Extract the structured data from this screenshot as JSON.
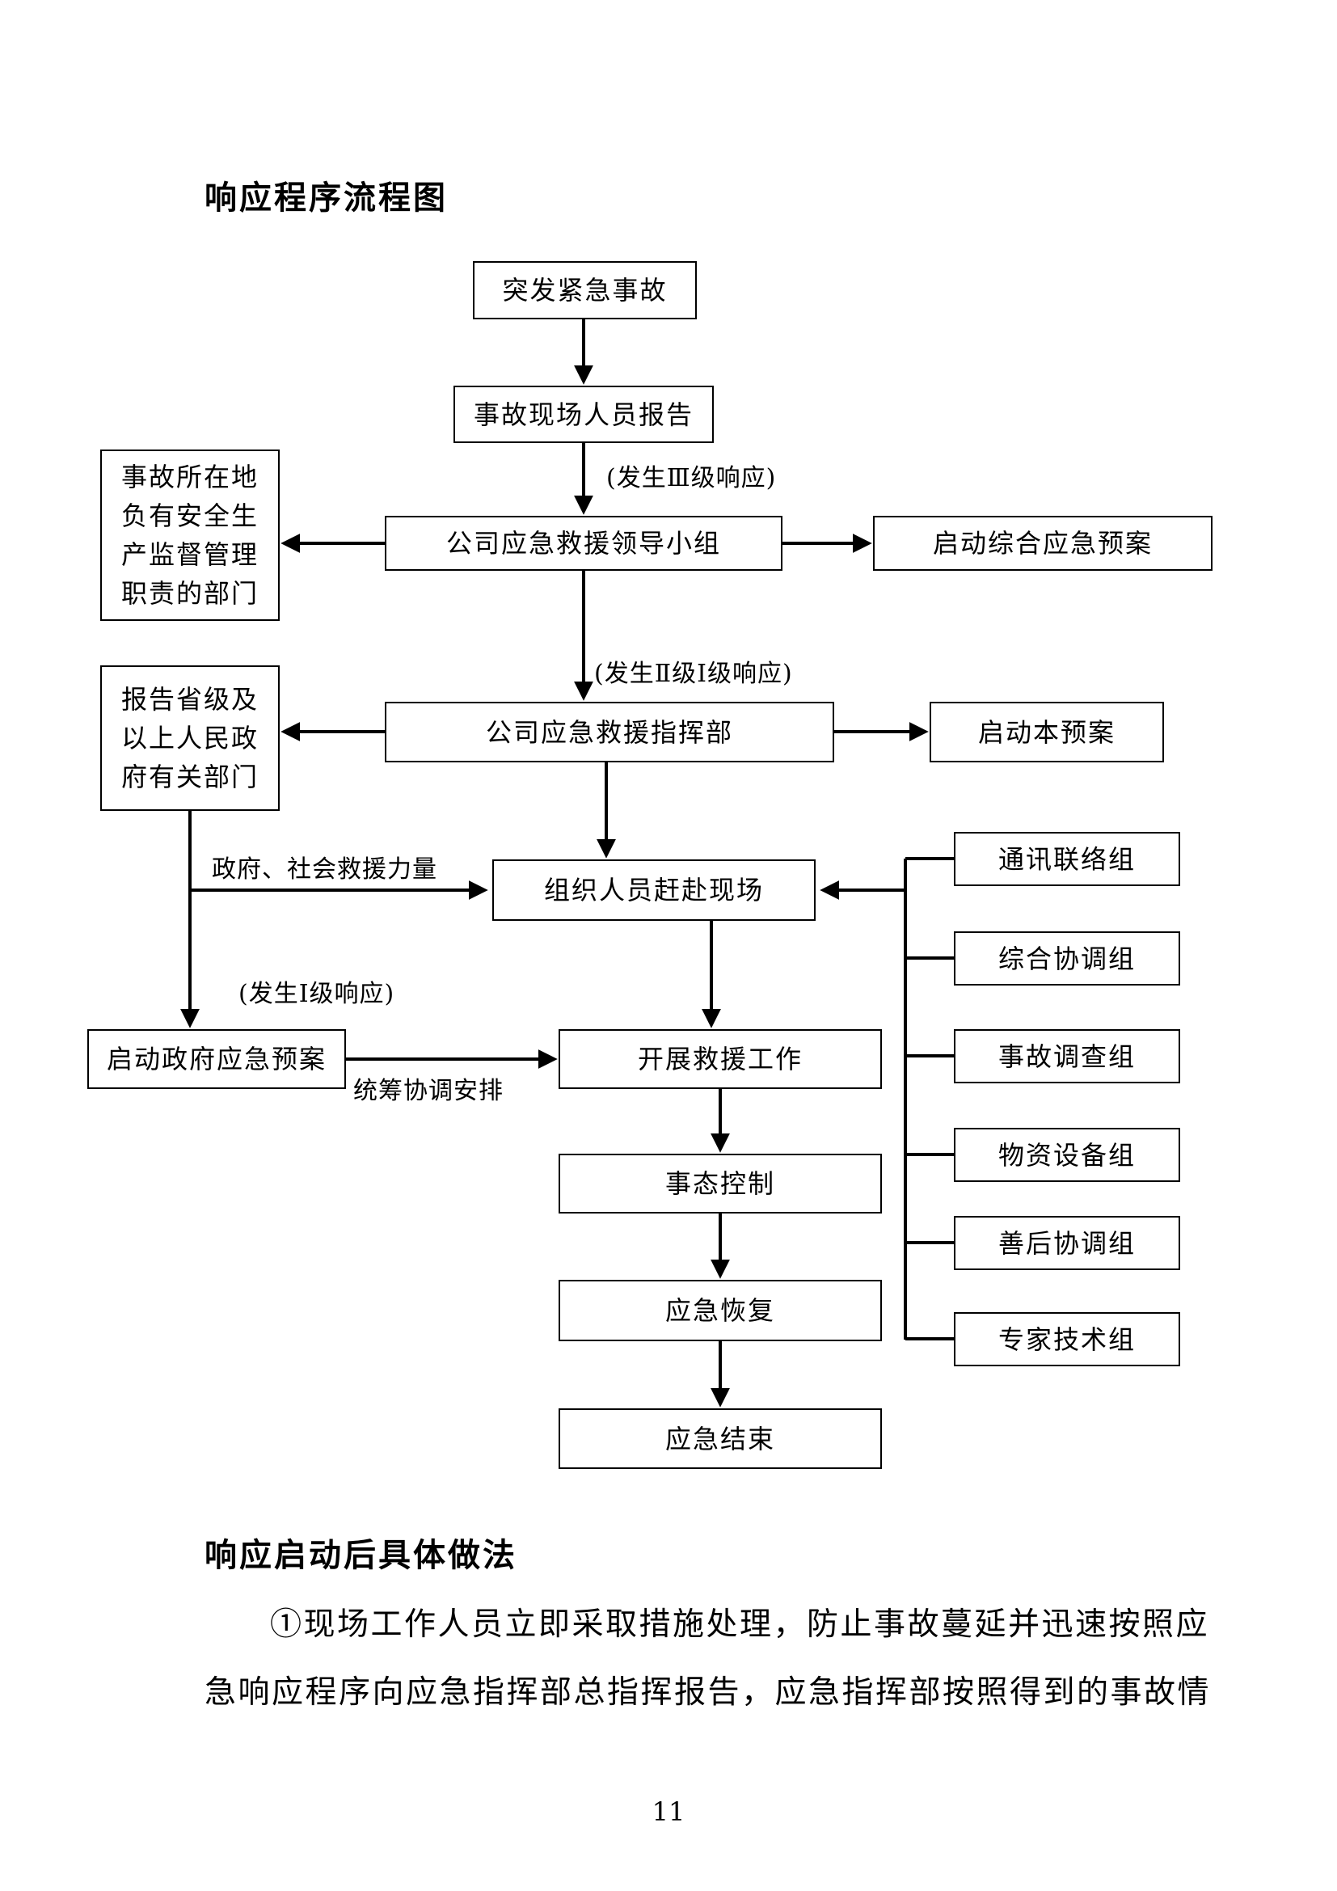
{
  "page": {
    "title": "响应程序流程图",
    "section_heading": "响应启动后具体做法",
    "paragraph_lines": [
      "①现场工作人员立即采取措施处理，防止事故蔓延并迅速按照应",
      "急响应程序向应急指挥部总指挥报告，应急指挥部按照得到的事故情"
    ],
    "page_number": "11"
  },
  "flowchart": {
    "boxes": {
      "emergency": "突发紧急事故",
      "site_report": "事故现场人员报告",
      "leading_group": "公司应急救援领导小组",
      "local_dept": "事故所在地\n负有安全生\n产监督管理\n职责的部门",
      "comprehensive_plan": "启动综合应急预案",
      "command": "公司应急救援指挥部",
      "provincial_report": "报告省级及\n以上人民政\n府有关部门",
      "this_plan": "启动本预案",
      "organize": "组织人员赶赴现场",
      "gov_plan": "启动政府应急预案",
      "rescue": "开展救援工作",
      "control": "事态控制",
      "recovery": "应急恢复",
      "end": "应急结束",
      "groups": [
        "通讯联络组",
        "综合协调组",
        "事故调查组",
        "物资设备组",
        "善后协调组",
        "专家技术组"
      ]
    },
    "labels": {
      "level3": "(发生Ⅲ级响应)",
      "level2_1": "(发生Ⅱ级Ⅰ级响应)",
      "gov_social": "政府、社会救援力量",
      "level1": "(发生Ⅰ级响应)",
      "coordinate": "统筹协调安排"
    },
    "line_color": "#000000"
  }
}
